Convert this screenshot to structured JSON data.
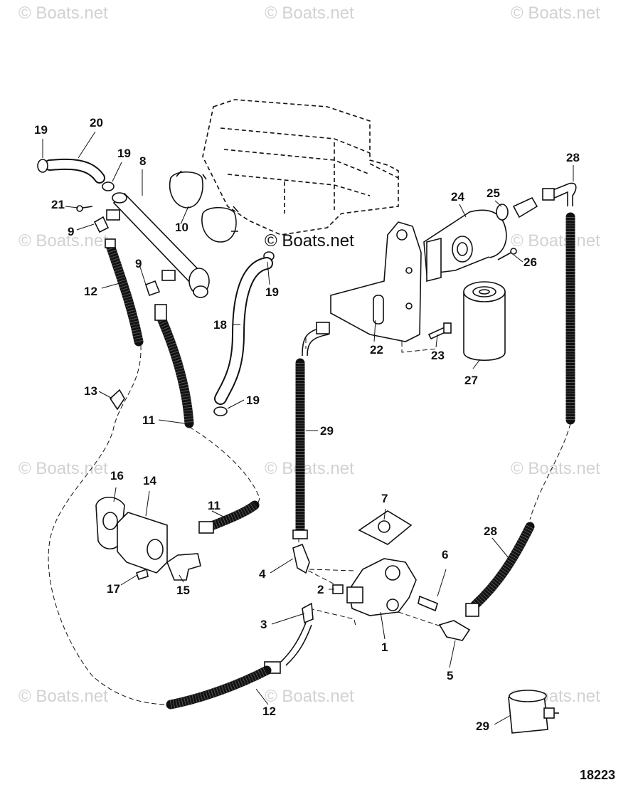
{
  "watermark": {
    "text": "© Boats.net"
  },
  "diagram_number": "18223",
  "callouts": {
    "c1": "1",
    "c2": "2",
    "c3": "3",
    "c4": "4",
    "c5": "5",
    "c6": "6",
    "c7": "7",
    "c8": "8",
    "c9a": "9",
    "c9b": "9",
    "c10": "10",
    "c11a": "11",
    "c11b": "11",
    "c12a": "12",
    "c12b": "12",
    "c13": "13",
    "c14": "14",
    "c15": "15",
    "c16": "16",
    "c17": "17",
    "c18": "18",
    "c19a": "19",
    "c19b": "19",
    "c19c": "19",
    "c19d": "19",
    "c20": "20",
    "c21": "21",
    "c22": "22",
    "c23": "23",
    "c24": "24",
    "c25": "25",
    "c26": "26",
    "c27": "27",
    "c28a": "28",
    "c28b": "28",
    "c29a": "29",
    "c29b": "29"
  }
}
